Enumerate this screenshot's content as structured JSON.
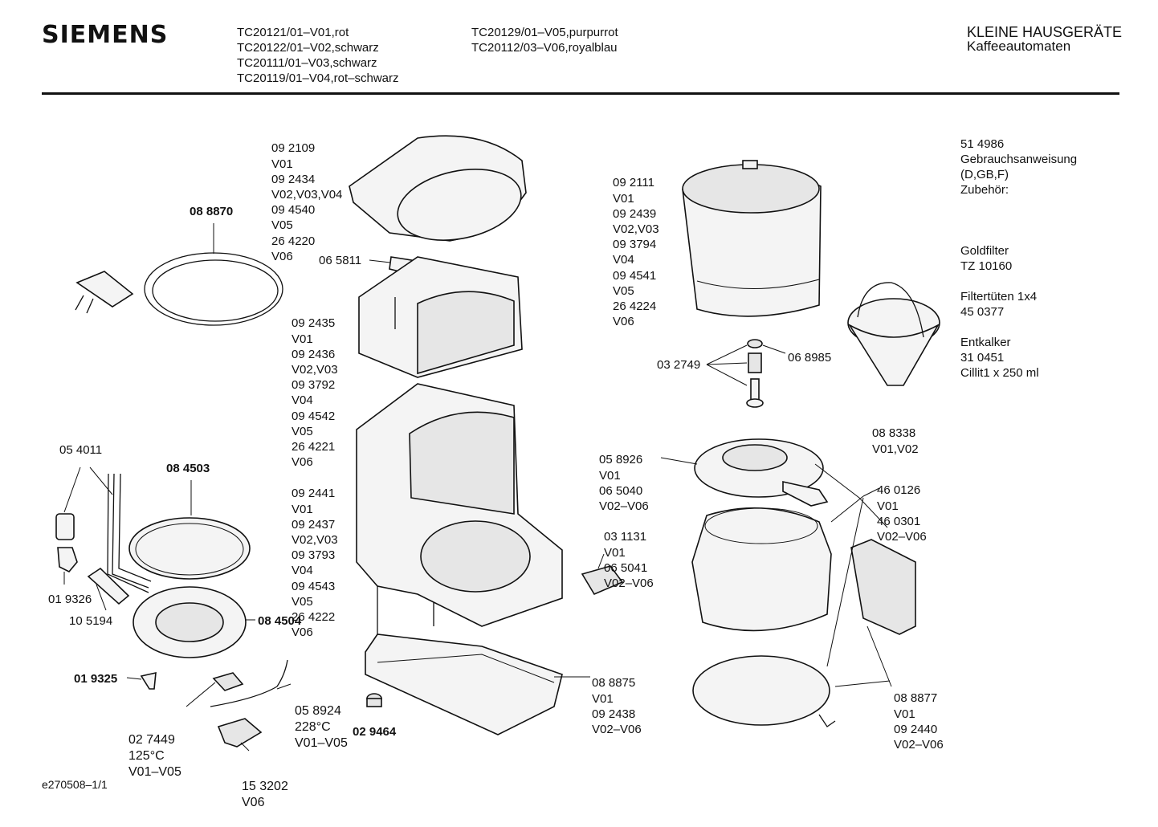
{
  "brand": "SIEMENS",
  "models": {
    "col1": [
      "TC20121/01–V01,rot",
      "TC20122/01–V02,schwarz",
      "TC20111/01–V03,schwarz",
      "TC20119/01–V04,rot–schwarz"
    ],
    "col2": [
      "TC20129/01–V05,purpurrot",
      "TC20112/03–V06,royalblau"
    ]
  },
  "category": {
    "line1": "KLEINE HAUSGERÄTE",
    "line2": "Kaffeeautomaten"
  },
  "sidebar": {
    "manual": [
      "51 4986",
      "Gebrauchsanweisung",
      "(D,GB,F)"
    ],
    "accessories_title": "Zubehör:",
    "goldfilter": [
      "Goldfilter",
      "TZ 10160"
    ],
    "filterbags": [
      "Filtertüten 1x4",
      "45 0377"
    ],
    "descaler": [
      "Entkalker",
      "31 0451",
      "Cillit1 x 250 ml"
    ]
  },
  "labels": {
    "lid": [
      "09 2109",
      "V01",
      "09 2434",
      "V02,V03,V04",
      "09 4540",
      "V05",
      "26 4220",
      "V06"
    ],
    "cord": "08 8870",
    "handle_lever": "06 5811",
    "upper_housing": [
      "09 2435",
      "V01",
      "09 2436",
      "V02,V03",
      "09 3792",
      "V04",
      "09 4542",
      "V05",
      "26 4221",
      "V06"
    ],
    "filter_holder": [
      "09 2111",
      "V01",
      "09 2439",
      "V02,V03",
      "09 3794",
      "V04",
      "09 4541",
      "V05",
      "26 4224",
      "V06"
    ],
    "valve_spring": "03 2749",
    "valve_seal": "06 8985",
    "filter_basket": [
      "08 8338",
      "V01,V02"
    ],
    "tube": "05 4011",
    "ring": "08 4503",
    "lower_housing": [
      "09 2441",
      "V01",
      "09 2437",
      "V02,V03",
      "09 3793",
      "V04",
      "09 4543",
      "V05",
      "26 4222",
      "V06"
    ],
    "carafe_lid": [
      "05 8926",
      "V01",
      "06 5040",
      "V02–V06"
    ],
    "carafe": [
      "46 0126",
      "V01",
      "46 0301",
      "V02–V06"
    ],
    "switch": [
      "03 1131",
      "V01",
      "06 5041",
      "V02–V06"
    ],
    "connector": "01 9326",
    "hose": "10 5194",
    "heater": "08 4504",
    "clip": "01 9325",
    "fuse": [
      "05 8924",
      "228°C",
      "V01–V05"
    ],
    "thermostat": [
      "02 7449",
      "125°C",
      "V01–V05"
    ],
    "thermostat2": [
      "15 3202",
      "V06"
    ],
    "base": [
      "08 8875",
      "V01",
      "09 2438",
      "V02–V06"
    ],
    "foot": "02 9464",
    "carafe_handle": [
      "08 8877",
      "V01",
      "09 2440",
      "V02–V06"
    ]
  },
  "footer": "e270508–1/1"
}
